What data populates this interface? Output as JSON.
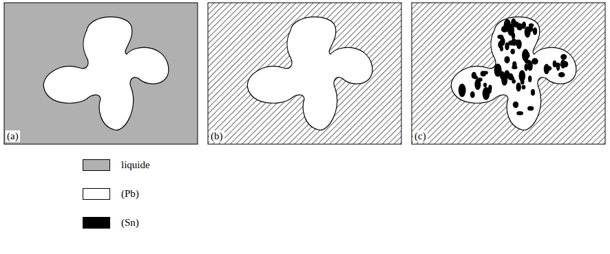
{
  "diagram": {
    "labels": [
      "(a)",
      "(b)",
      "(c)"
    ],
    "legend": [
      {
        "text": "liquide",
        "color": "#b0b0b0"
      },
      {
        "text": "(Pb)",
        "color": "#ffffff"
      },
      {
        "text": "(Sn)",
        "color": "#000000"
      }
    ]
  }
}
